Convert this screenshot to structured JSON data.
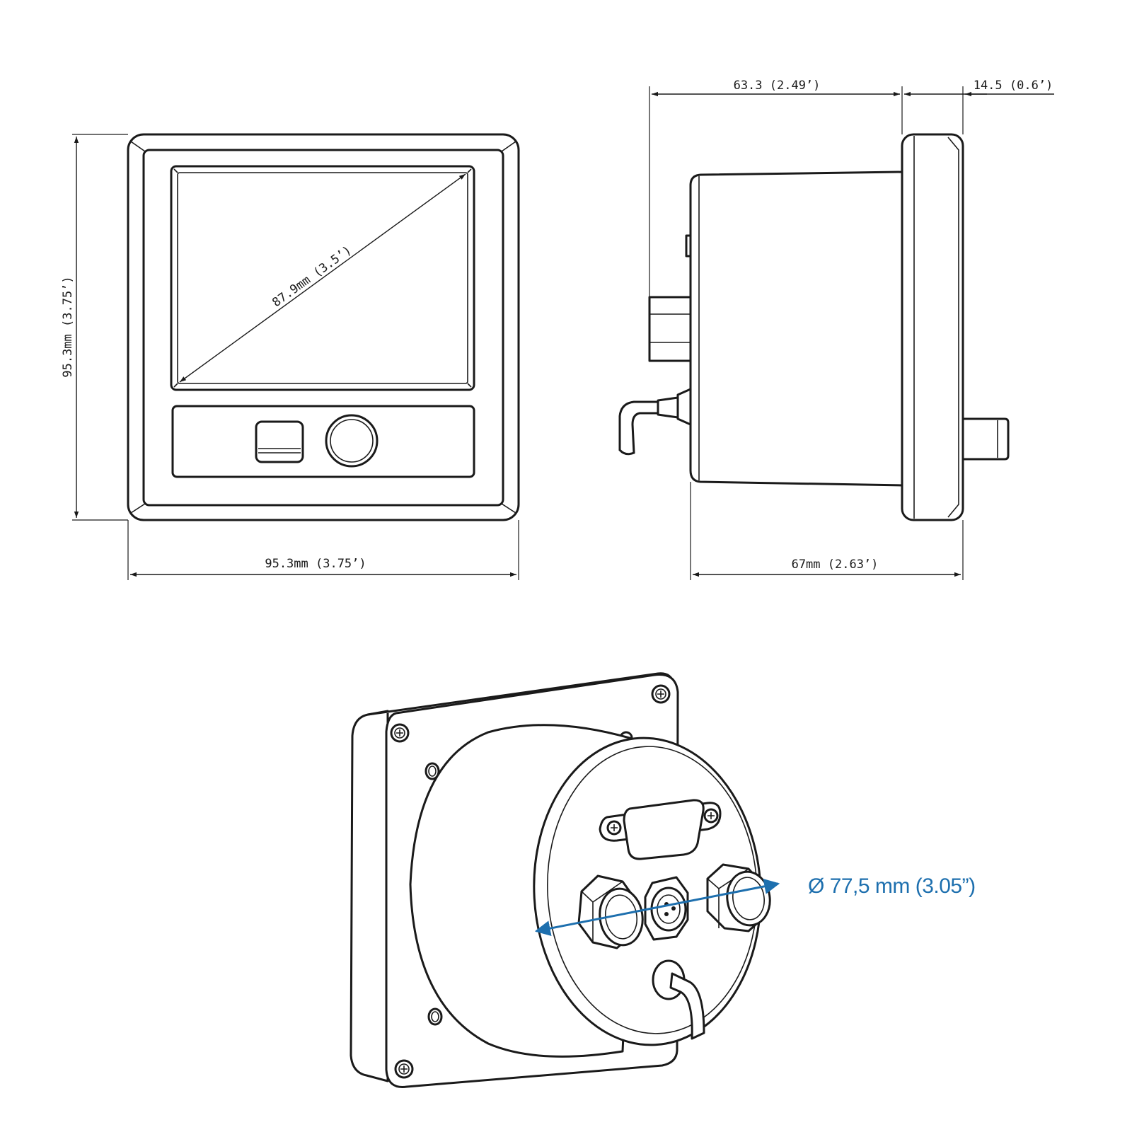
{
  "dimensions": {
    "screen_diagonal": "87.9mm (3.5’)",
    "front_height": "95.3mm (3.75’)",
    "front_width": "95.3mm (3.75’)",
    "body_depth": "63.3 (2.49’)",
    "bezel_depth": "14.5 (0.6’)",
    "total_depth": "67mm (2.63’)",
    "rear_diameter": "Ø 77,5 mm (3.05”)"
  },
  "colors": {
    "line": "#1a1a1a",
    "accent": "#1d6fae",
    "background": "#ffffff"
  }
}
